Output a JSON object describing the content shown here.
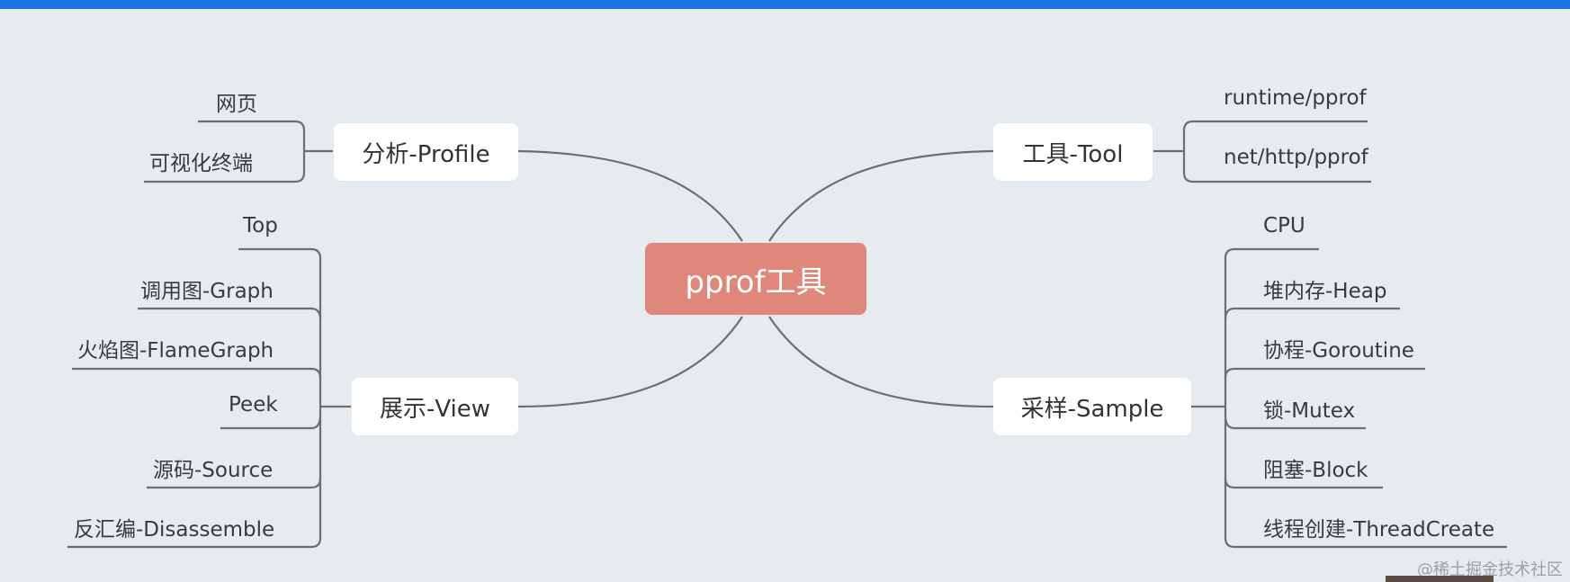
{
  "colors": {
    "topbar": "#1b74e4",
    "background": "#e6ebef",
    "center_fill": "#e0877c",
    "lines": "#6e6e6e"
  },
  "center": {
    "label": "pprof工具"
  },
  "nodes": {
    "profile": {
      "label": "分析-Profile",
      "leaves": [
        "网页",
        "可视化终端"
      ]
    },
    "view": {
      "label": "展示-View",
      "leaves": [
        "Top",
        "调用图-Graph",
        "火焰图-FlameGraph",
        "Peek",
        "源码-Source",
        "反汇编-Disassemble"
      ]
    },
    "tool": {
      "label": "工具-Tool",
      "leaves": [
        "runtime/pprof",
        "net/http/pprof"
      ]
    },
    "sample": {
      "label": "采样-Sample",
      "leaves": [
        "CPU",
        "堆内存-Heap",
        "协程-Goroutine",
        "锁-Mutex",
        "阻塞-Block",
        "线程创建-ThreadCreate"
      ]
    }
  },
  "watermark": "@稀土掘金技术社区"
}
